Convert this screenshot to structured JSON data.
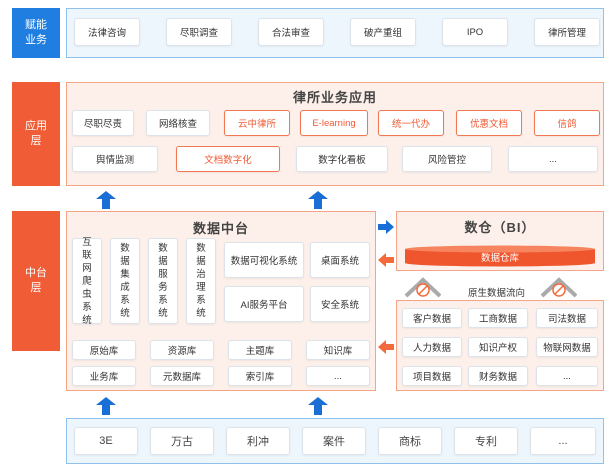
{
  "sides": {
    "enable": "赋能业务",
    "app": "应用层",
    "middle": "中台层"
  },
  "enable_items": [
    "法律咨询",
    "尽职调查",
    "合法审查",
    "破产重组",
    "IPO",
    "律所管理"
  ],
  "app_layer": {
    "title": "律所业务应用",
    "row1": [
      "尽职尽责",
      "网络核查",
      "云中律所",
      "E-learning",
      "统一代办",
      "优惠文档",
      "信鸽"
    ],
    "row2": [
      "舆情监测",
      "文档数字化",
      "数字化看板",
      "风险管控",
      "..."
    ]
  },
  "data_platform": {
    "title": "数据中台",
    "vertical": [
      "互联网爬虫系统",
      "数据集成系统",
      "数据服务系统",
      "数据治理系统"
    ],
    "systems": [
      "数据可视化系统",
      "桌面系统",
      "AI服务平台",
      "安全系统"
    ],
    "libs_row1": [
      "原始库",
      "资源库",
      "主题库",
      "知识库"
    ],
    "libs_row2": [
      "业务库",
      "元数据库",
      "索引库",
      "..."
    ]
  },
  "warehouse": {
    "title": "数仓（BI）",
    "store": "数据仓库"
  },
  "sources": {
    "flow_label": "原生数据流向",
    "items": [
      "客户数据",
      "工商数据",
      "司法数据",
      "人力数据",
      "知识产权",
      "物联网数据",
      "项目数据",
      "财务数据",
      "..."
    ]
  },
  "bottom": [
    "3E",
    "万古",
    "利冲",
    "案件",
    "商标",
    "专利",
    "..."
  ],
  "colors": {
    "blue": "#1f7ee0",
    "orange": "#f05c36",
    "arrow_blue": "#1a6fd6",
    "arrow_orange": "#f36a3c"
  }
}
